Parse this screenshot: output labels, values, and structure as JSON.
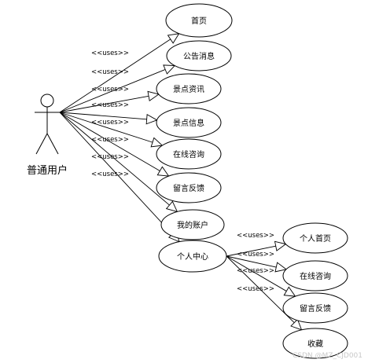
{
  "actor": {
    "label": "普通用户"
  },
  "stereotype": "<<uses>>",
  "use_cases": [
    {
      "id": "home",
      "label": "首页"
    },
    {
      "id": "notice",
      "label": "公告消息"
    },
    {
      "id": "scenic_news",
      "label": "景点资讯"
    },
    {
      "id": "scenic_info",
      "label": "景点信息"
    },
    {
      "id": "consult",
      "label": "在线咨询"
    },
    {
      "id": "feedback",
      "label": "留言反馈"
    },
    {
      "id": "account",
      "label": "我的账户"
    },
    {
      "id": "center",
      "label": "个人中心"
    }
  ],
  "sub_use_cases": [
    {
      "id": "p_home",
      "label": "个人首页"
    },
    {
      "id": "p_consult",
      "label": "在线咨询"
    },
    {
      "id": "p_feedback",
      "label": "留言反馈"
    },
    {
      "id": "p_fav",
      "label": "收藏"
    }
  ],
  "watermark": "CSDN @MZ_CJD001"
}
